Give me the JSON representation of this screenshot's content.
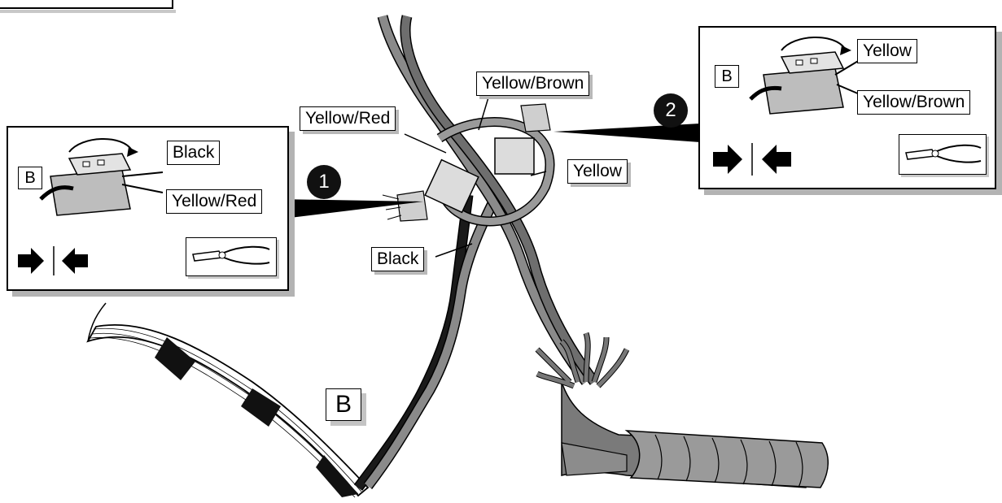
{
  "labels": {
    "black": "Black",
    "yellow_red": "Yellow/Red",
    "yellow_brown": "Yellow/Brown",
    "yellow": "Yellow",
    "b": "B"
  },
  "panel_left": {
    "step": "1",
    "b": "B",
    "wire_top": "Black",
    "wire_bottom": "Yellow/Red"
  },
  "panel_right": {
    "step": "2",
    "b": "B",
    "wire_top": "Yellow",
    "wire_bottom": "Yellow/Brown"
  },
  "callouts": {
    "black": "Black",
    "yellow_red": "Yellow/Red",
    "yellow_brown": "Yellow/Brown",
    "yellow": "Yellow",
    "harness": "B"
  },
  "icons": [
    "crimp-tool-icon",
    "push-together-arrows-icon",
    "rotate-arrow-icon",
    "connector-icon"
  ]
}
